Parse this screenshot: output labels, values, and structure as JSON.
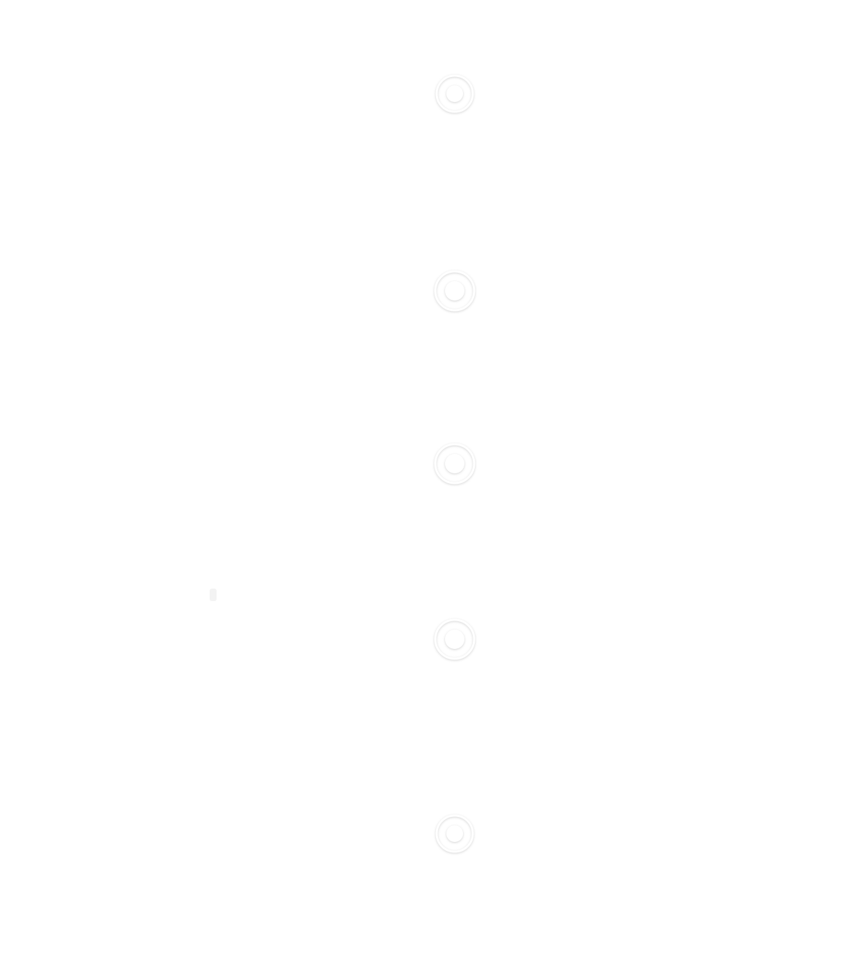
{
  "diagram": {
    "type": "vertical-timeline",
    "colors": {
      "background": "#ffffff",
      "line": "#ffffff",
      "shadow": "#d9d9d9"
    },
    "nodes": [
      {
        "id": 1,
        "side": "right",
        "label": ""
      },
      {
        "id": 2,
        "side": "left",
        "label": ""
      },
      {
        "id": 3,
        "side": "right",
        "label": ""
      },
      {
        "id": 4,
        "side": "left",
        "label": ""
      },
      {
        "id": 5,
        "side": "right",
        "label": ""
      }
    ]
  }
}
